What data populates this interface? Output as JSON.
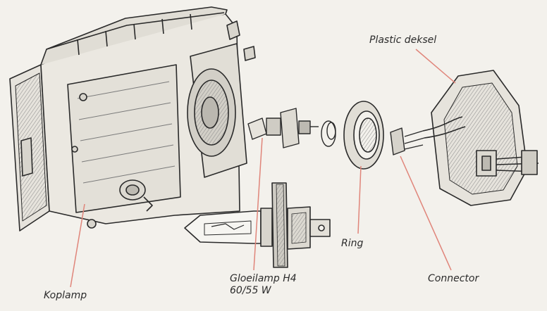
{
  "labels": {
    "plastic_deksel": "Plastic deksel",
    "ring": "Ring",
    "gloeilamp_line1": "Gloeilamp H4",
    "gloeilamp_line2": "60/55 W",
    "connector": "Connector",
    "koplamp": "Koplamp"
  },
  "colors": {
    "background": "#f3f1ec",
    "line_art": "#2a2a2a",
    "shading": "#9a9a9a",
    "leader_lines": "#e0857a"
  }
}
